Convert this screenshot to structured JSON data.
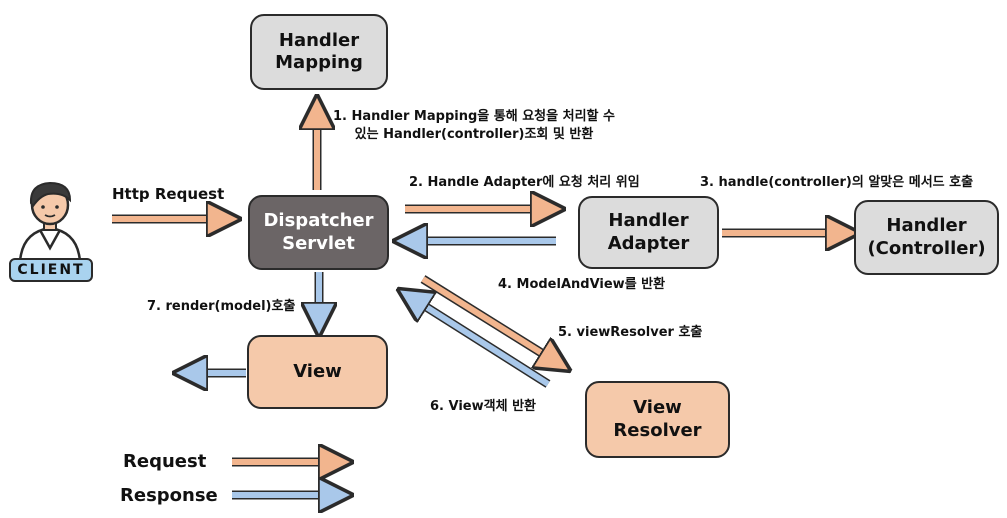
{
  "client": {
    "badge": "CLIENT"
  },
  "boxes": {
    "handler_mapping": [
      "Handler",
      "Mapping"
    ],
    "dispatcher_servlet": [
      "Dispatcher",
      "Servlet"
    ],
    "handler_adapter": [
      "Handler",
      "Adapter"
    ],
    "handler_controller": [
      "Handler",
      "(Controller)"
    ],
    "view": [
      "View"
    ],
    "view_resolver": [
      "View",
      "Resolver"
    ]
  },
  "labels": {
    "http_request": "Http Request",
    "step1_line1": "1. Handler Mapping을 통해 요청을 처리할 수",
    "step1_line2": "있는 Handler(controller)조회 및 반환",
    "step2": "2. Handle Adapter에 요청 처리 위임",
    "step3": "3. handle(controller)의 알맞은 메서드 호출",
    "step4": "4. ModelAndView를 반환",
    "step5": "5. viewResolver 호출",
    "step6": "6. View객체 반환",
    "step7": "7. render(model)호출"
  },
  "legend": {
    "request": "Request",
    "response": "Response"
  },
  "colors": {
    "request_arrow": "#f2b58e",
    "response_arrow": "#a9c8ea",
    "dispatcher_fill": "#6b6566",
    "gray_fill": "#dcdcdc",
    "peach_fill": "#f5c9aa"
  }
}
